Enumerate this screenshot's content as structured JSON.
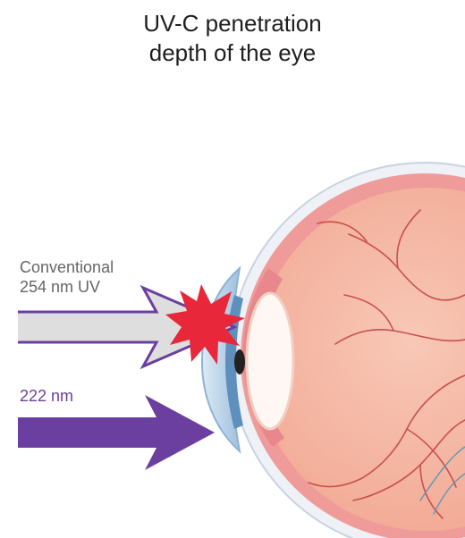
{
  "title": {
    "line1": "UV-C penetration",
    "line2": "depth of the eye"
  },
  "labels": {
    "conventional_line1": "Conventional",
    "conventional_line2": "254 nm UV",
    "far_uvc": "222 nm"
  },
  "colors": {
    "arrow_254_fill": "#dedede",
    "arrow_254_stroke": "#6b3fa0",
    "arrow_222_fill": "#6b3fa0",
    "burst": "#e8283a",
    "sclera": "#f0f3f8",
    "choroid": "#ef9b9a",
    "retina": "#f4b4a0",
    "cornea": "#b9d3ea",
    "vessel": "#c8504c"
  }
}
